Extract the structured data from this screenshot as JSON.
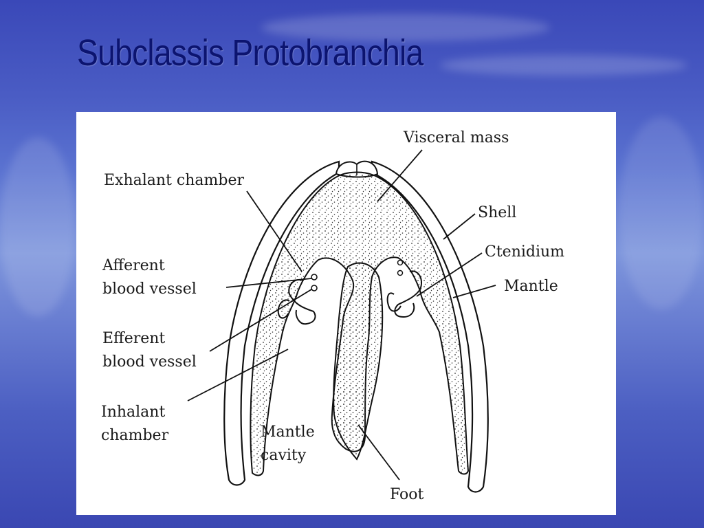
{
  "slide": {
    "title": "Subclassis Protobranchia"
  },
  "diagram": {
    "labels": {
      "visceral_mass": "Visceral mass",
      "exhalant_chamber": "Exhalant chamber",
      "shell": "Shell",
      "ctenidium": "Ctenidium",
      "afferent_1": "Afferent",
      "afferent_2": "blood vessel",
      "mantle": "Mantle",
      "efferent_1": "Efferent",
      "efferent_2": "blood vessel",
      "inhalant_1": "Inhalant",
      "inhalant_2": "chamber",
      "mantle_cavity_1": "Mantle",
      "mantle_cavity_2": "cavity",
      "foot": "Foot"
    }
  }
}
